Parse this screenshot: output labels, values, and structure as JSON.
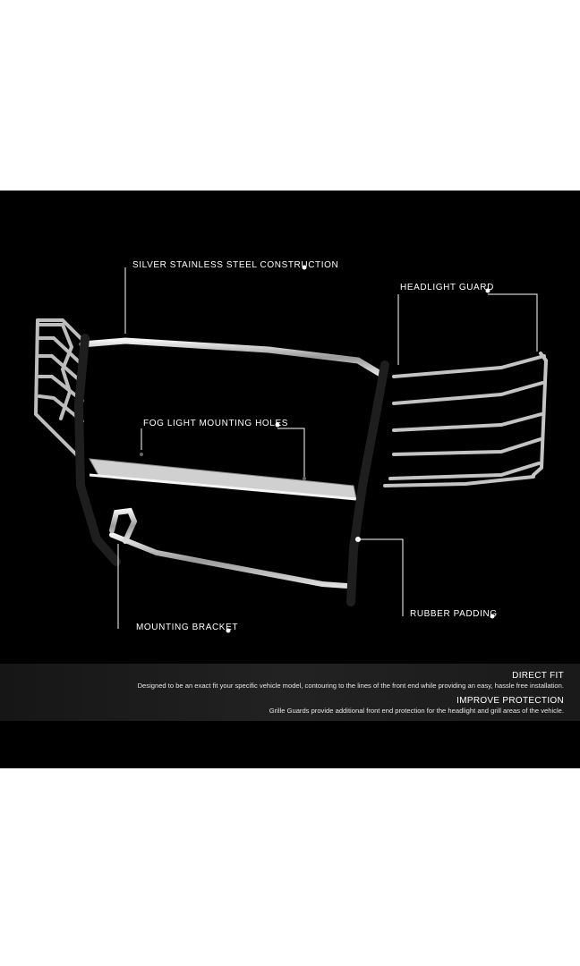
{
  "callouts": {
    "construction": "SILVER STAINLESS STEEL CONSTRUCTION",
    "headlight_guard": "HEADLIGHT GUARD",
    "fog_light": "FOG LIGHT MOUNTING HOLES",
    "rubber_padding": "RUBBER PADDING",
    "mounting_bracket": "MOUNTING BRACKET"
  },
  "features": [
    {
      "title": "DIRECT FIT",
      "description": "Designed to be an exact fit your specific vehicle model, contouring to the lines of the front end while providing an easy, hassle free installation."
    },
    {
      "title": "IMPROVE PROTECTION",
      "description": "Grille Guards provide additional front end protection for the headlight and grill areas of the vehicle."
    }
  ],
  "colors": {
    "background": "#000000",
    "page": "#ffffff",
    "text": "#ffffff",
    "steel": "#c8c8c8",
    "rubber": "#1a1a1a"
  }
}
